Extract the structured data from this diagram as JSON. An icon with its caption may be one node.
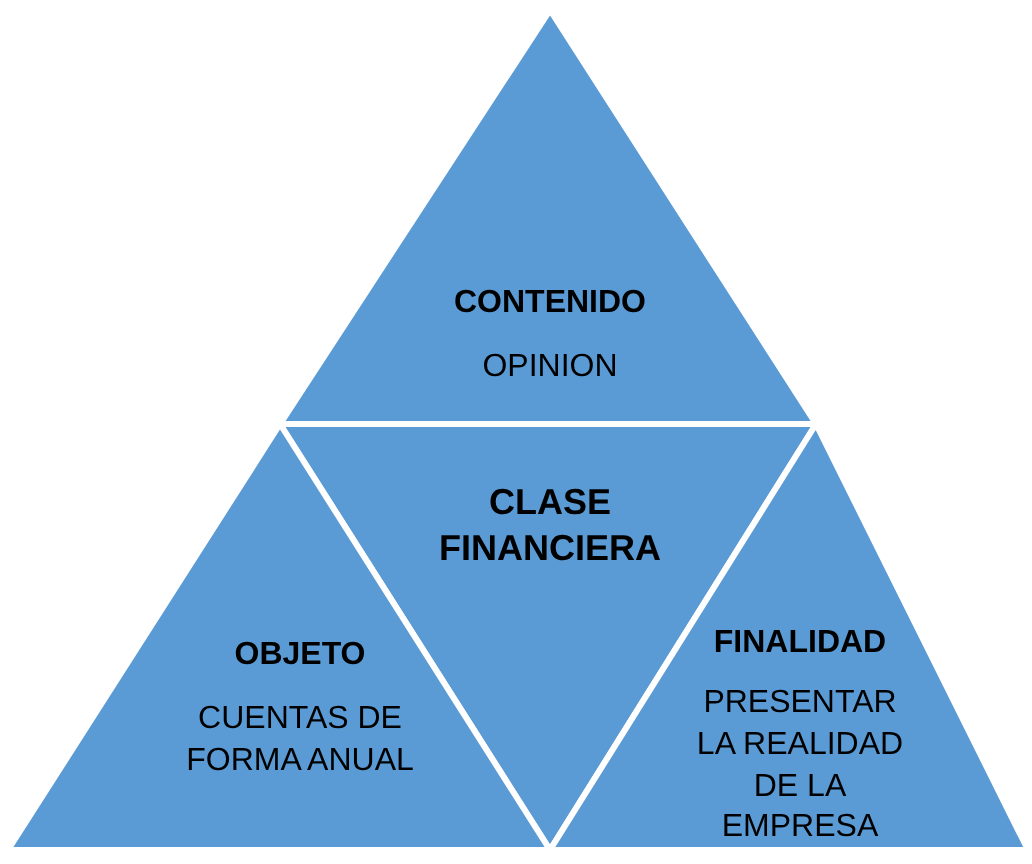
{
  "diagram": {
    "nodes": [
      {
        "text": [
          "CONTENIDO",
          "OPINION"
        ]
      },
      {
        "text": [
          "CLASE FINANCIERA"
        ]
      },
      {
        "text": [
          "OBJETO",
          "CUENTAS DE FORMA ANUAL"
        ]
      },
      {
        "text": [
          "FINALIDAD",
          "PRESENTAR LA REALIDAD DE LA EMPRESA"
        ]
      }
    ]
  }
}
